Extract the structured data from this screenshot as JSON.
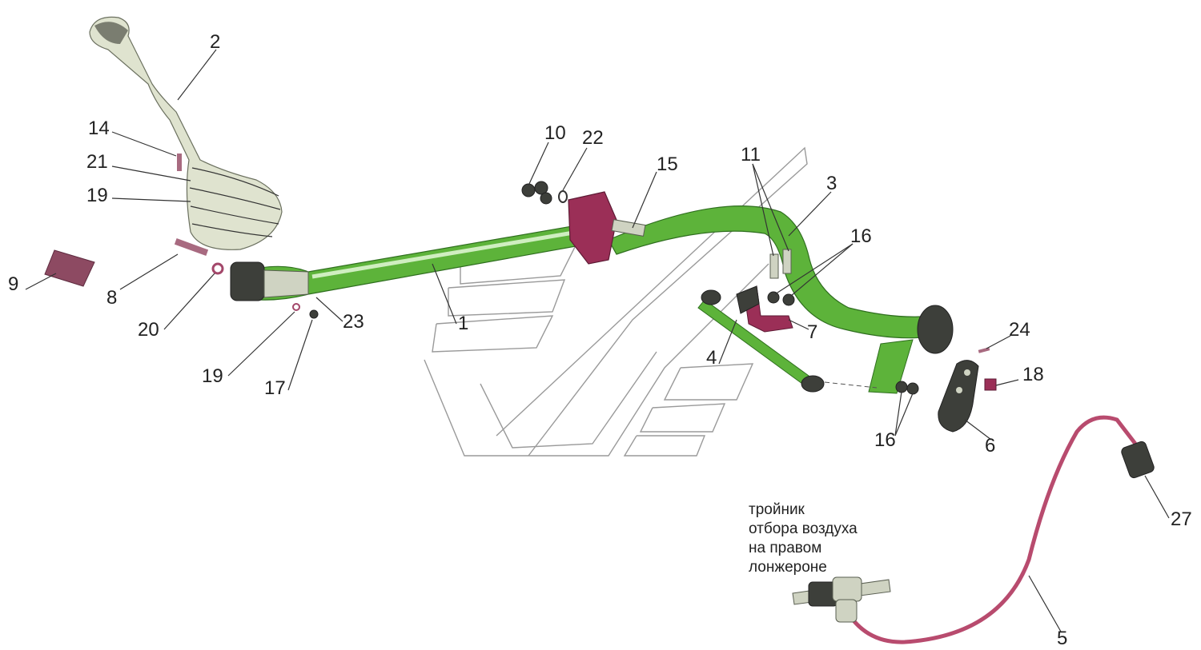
{
  "colors": {
    "rod": "#5db33a",
    "rod_highlight": "#cfeec0",
    "bracket": "#9b2f57",
    "hose": "#b84b6e",
    "boot": "#dfe3cf",
    "pad": "#8d4a62"
  },
  "callouts": [
    {
      "id": "1",
      "label": "1"
    },
    {
      "id": "2",
      "label": "2"
    },
    {
      "id": "3",
      "label": "3"
    },
    {
      "id": "4",
      "label": "4"
    },
    {
      "id": "5",
      "label": "5"
    },
    {
      "id": "6",
      "label": "6"
    },
    {
      "id": "7",
      "label": "7"
    },
    {
      "id": "8",
      "label": "8"
    },
    {
      "id": "9",
      "label": "9"
    },
    {
      "id": "10",
      "label": "10"
    },
    {
      "id": "11",
      "label": "11"
    },
    {
      "id": "14",
      "label": "14"
    },
    {
      "id": "15",
      "label": "15"
    },
    {
      "id": "16a",
      "label": "16"
    },
    {
      "id": "16b",
      "label": "16"
    },
    {
      "id": "17",
      "label": "17"
    },
    {
      "id": "18",
      "label": "18"
    },
    {
      "id": "19a",
      "label": "19"
    },
    {
      "id": "19b",
      "label": "19"
    },
    {
      "id": "20",
      "label": "20"
    },
    {
      "id": "21",
      "label": "21"
    },
    {
      "id": "22",
      "label": "22"
    },
    {
      "id": "23",
      "label": "23"
    },
    {
      "id": "24",
      "label": "24"
    },
    {
      "id": "27",
      "label": "27"
    }
  ],
  "note_lines": [
    "тройник",
    "отбора воздуха",
    "на правом",
    "лонжероне"
  ]
}
